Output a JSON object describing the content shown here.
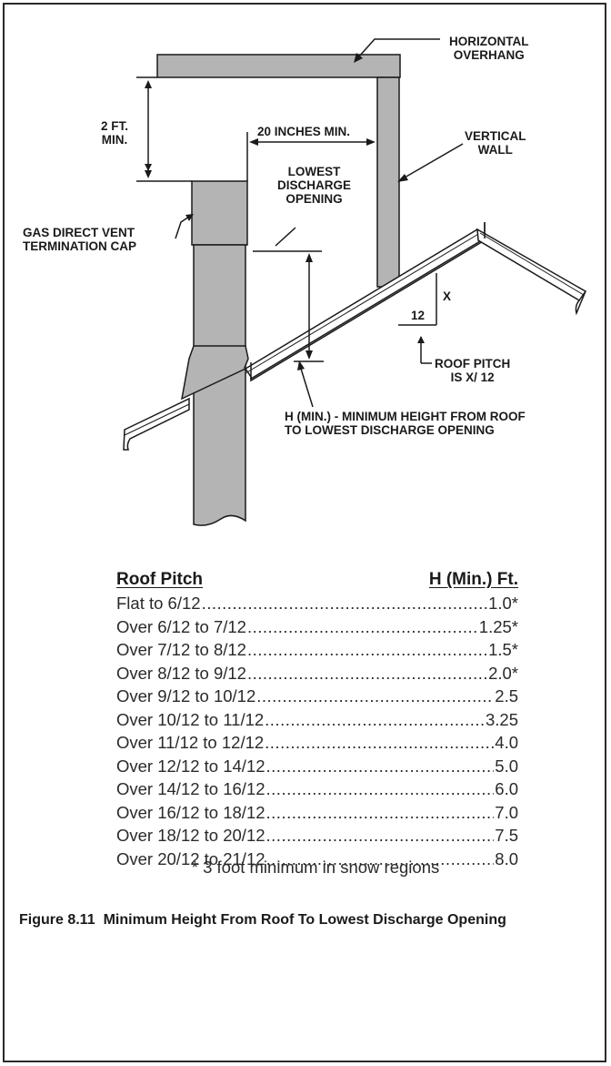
{
  "diagram": {
    "labels": {
      "horizontal_overhang": [
        "HORIZONTAL",
        "OVERHANG"
      ],
      "two_ft_min": [
        "2 FT.",
        "MIN."
      ],
      "twenty_inches_min": "20 INCHES MIN.",
      "vertical_wall": [
        "VERTICAL",
        "WALL"
      ],
      "lowest_discharge_opening": [
        "LOWEST",
        "DISCHARGE",
        "OPENING"
      ],
      "gas_direct_vent": [
        "GAS DIRECT VENT",
        "TERMINATION CAP"
      ],
      "pitch_x": "X",
      "pitch_12": "12",
      "roof_pitch": [
        "ROOF PITCH",
        "IS  X/ 12"
      ],
      "h_min": [
        "H (MIN.) - MINIMUM HEIGHT FROM ROOF",
        "TO LOWEST DISCHARGE OPENING"
      ]
    }
  },
  "table": {
    "headers": {
      "pitch": "Roof Pitch",
      "height": "H (Min.) Ft."
    },
    "rows": [
      {
        "pitch": "Flat to 6/12",
        "height": "1.0*"
      },
      {
        "pitch": "Over 6/12 to 7/12",
        "height": "1.25*"
      },
      {
        "pitch": "Over 7/12 to 8/12",
        "height": "1.5*"
      },
      {
        "pitch": "Over 8/12 to 9/12",
        "height": "2.0*"
      },
      {
        "pitch": "Over 9/12 to 10/12",
        "height": "2.5"
      },
      {
        "pitch": "Over 10/12 to 11/12",
        "height": "3.25"
      },
      {
        "pitch": "Over 11/12 to 12/12",
        "height": "4.0"
      },
      {
        "pitch": "Over 12/12 to 14/12",
        "height": "5.0"
      },
      {
        "pitch": "Over 14/12 to 16/12",
        "height": "6.0"
      },
      {
        "pitch": "Over 16/12 to 18/12",
        "height": "7.0"
      },
      {
        "pitch": "Over 18/12 to 20/12",
        "height": "7.5"
      },
      {
        "pitch": "Over 20/12 to 21/12",
        "height": "8.0"
      }
    ],
    "note": "* 3 foot minimum in snow regions"
  },
  "caption": {
    "number": "Figure 8.11",
    "text": "Minimum Height From Roof To Lowest Discharge Opening"
  },
  "colors": {
    "structure_fill": "#b4b4b4",
    "line": "#1a1a1a"
  }
}
